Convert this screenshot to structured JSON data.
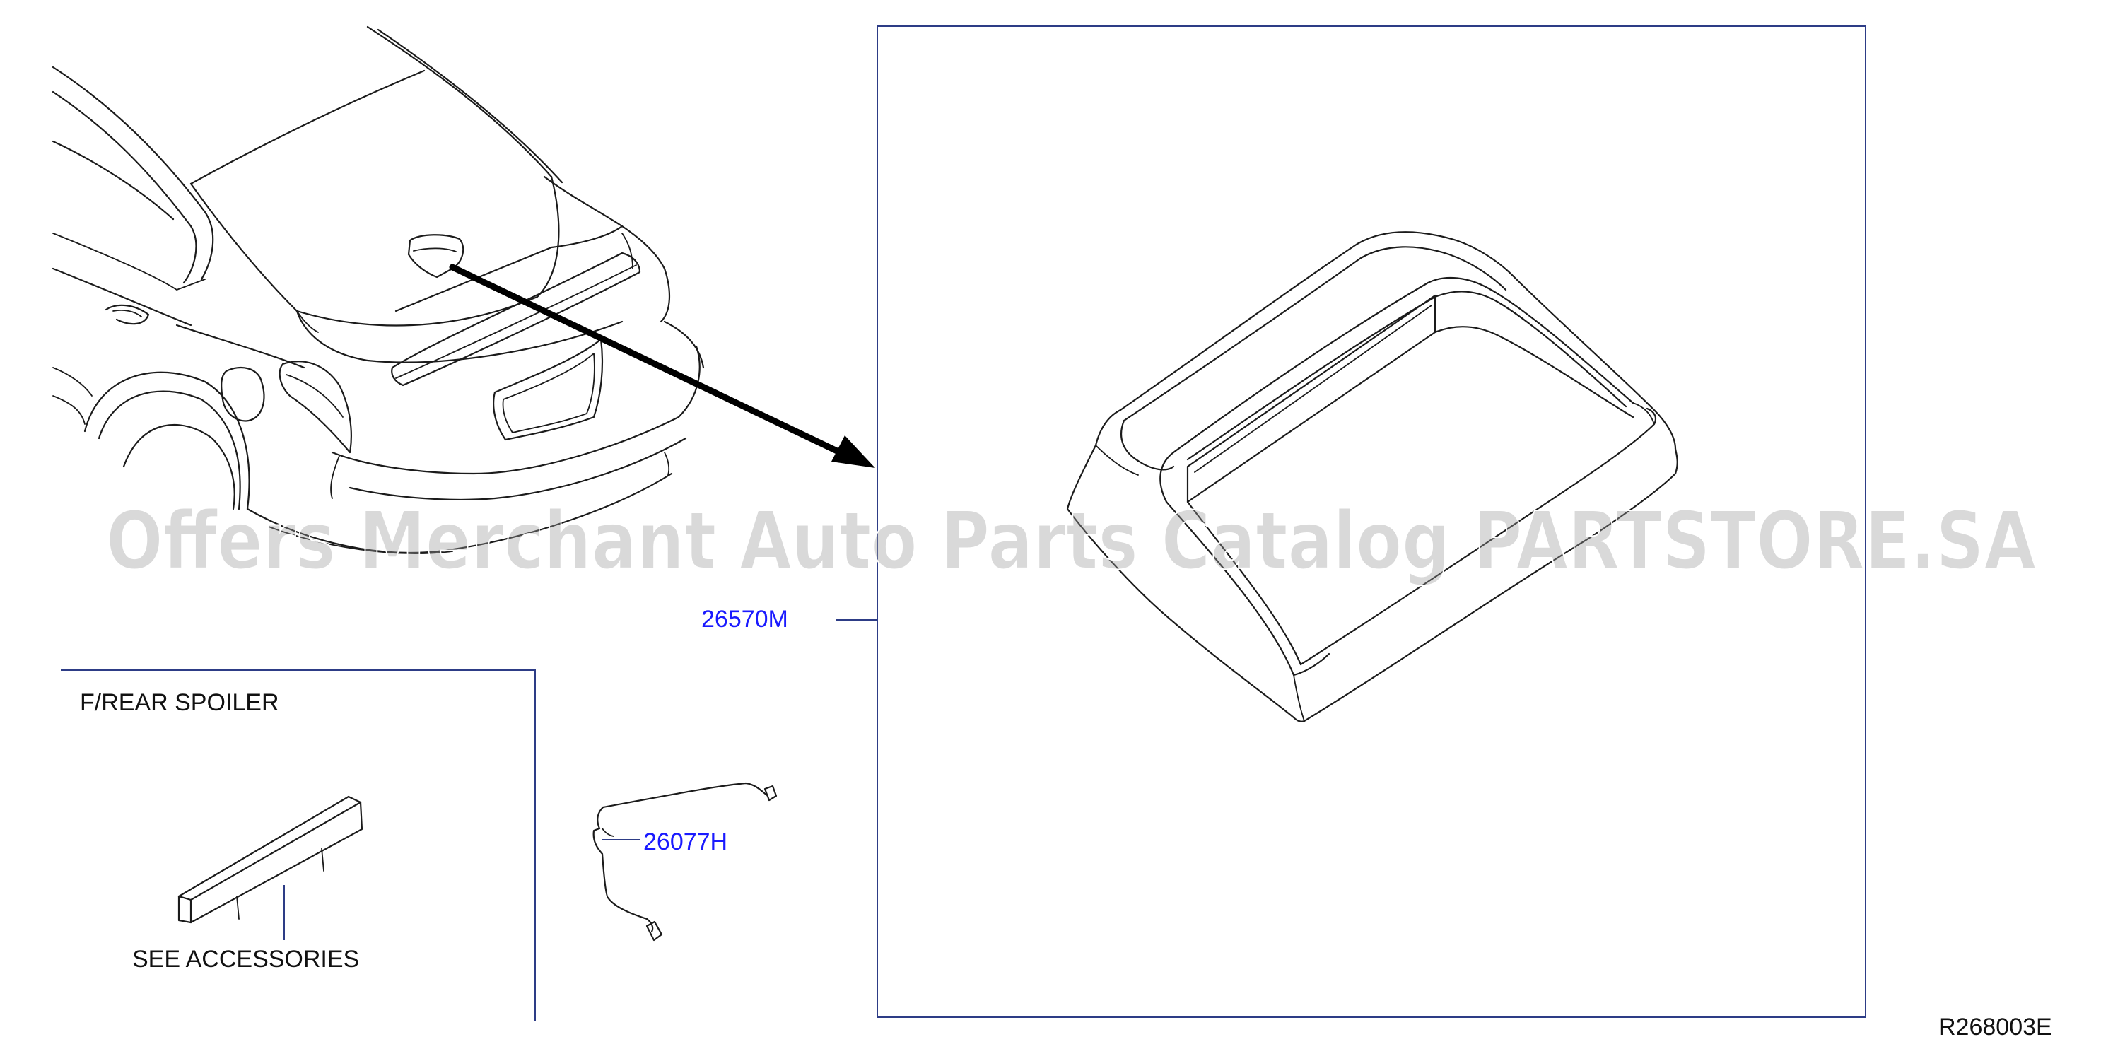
{
  "parts": [
    {
      "id": "26570M",
      "label": "26570M"
    },
    {
      "id": "26077H",
      "label": "26077H"
    }
  ],
  "inset": {
    "title": "F/REAR SPOILER",
    "note": "SEE ACCESSORIES"
  },
  "watermark": "Offers Merchant Auto Parts Catalog PARTSTORE.SA",
  "diagram_code": "R268003E",
  "colors": {
    "part_label": "#1a1aff",
    "frame": "#2d3c86",
    "line": "#1b1b1b"
  }
}
